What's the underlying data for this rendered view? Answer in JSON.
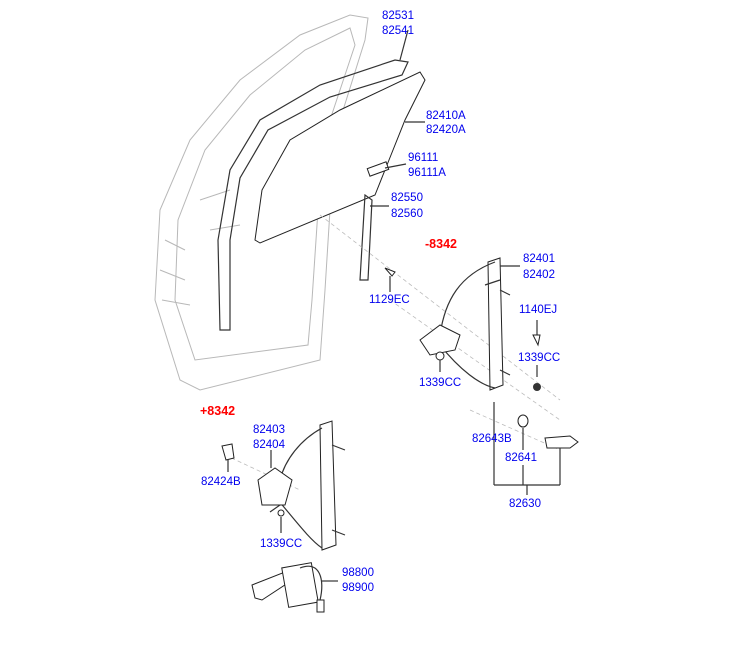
{
  "labels": {
    "p82531": "82531",
    "p82541": "82541",
    "p82410A": "82410A",
    "p82420A": "82420A",
    "p96111": "96111",
    "p96111A": "96111A",
    "p82550": "82550",
    "p82560": "82560",
    "ref_minus": "-8342",
    "p82401": "82401",
    "p82402": "82402",
    "p1129EC": "1129EC",
    "p1140EJ": "1140EJ",
    "p1339CC_a": "1339CC",
    "p1339CC_b": "1339CC",
    "ref_plus": "+8342",
    "p82403": "82403",
    "p82404": "82404",
    "p82424B": "82424B",
    "p82643B": "82643B",
    "p82641": "82641",
    "p82630": "82630",
    "p1339CC_c": "1339CC",
    "p98800": "98800",
    "p98900": "98900"
  },
  "colors": {
    "part_label": "#0000ee",
    "reference": "#ff0000"
  }
}
